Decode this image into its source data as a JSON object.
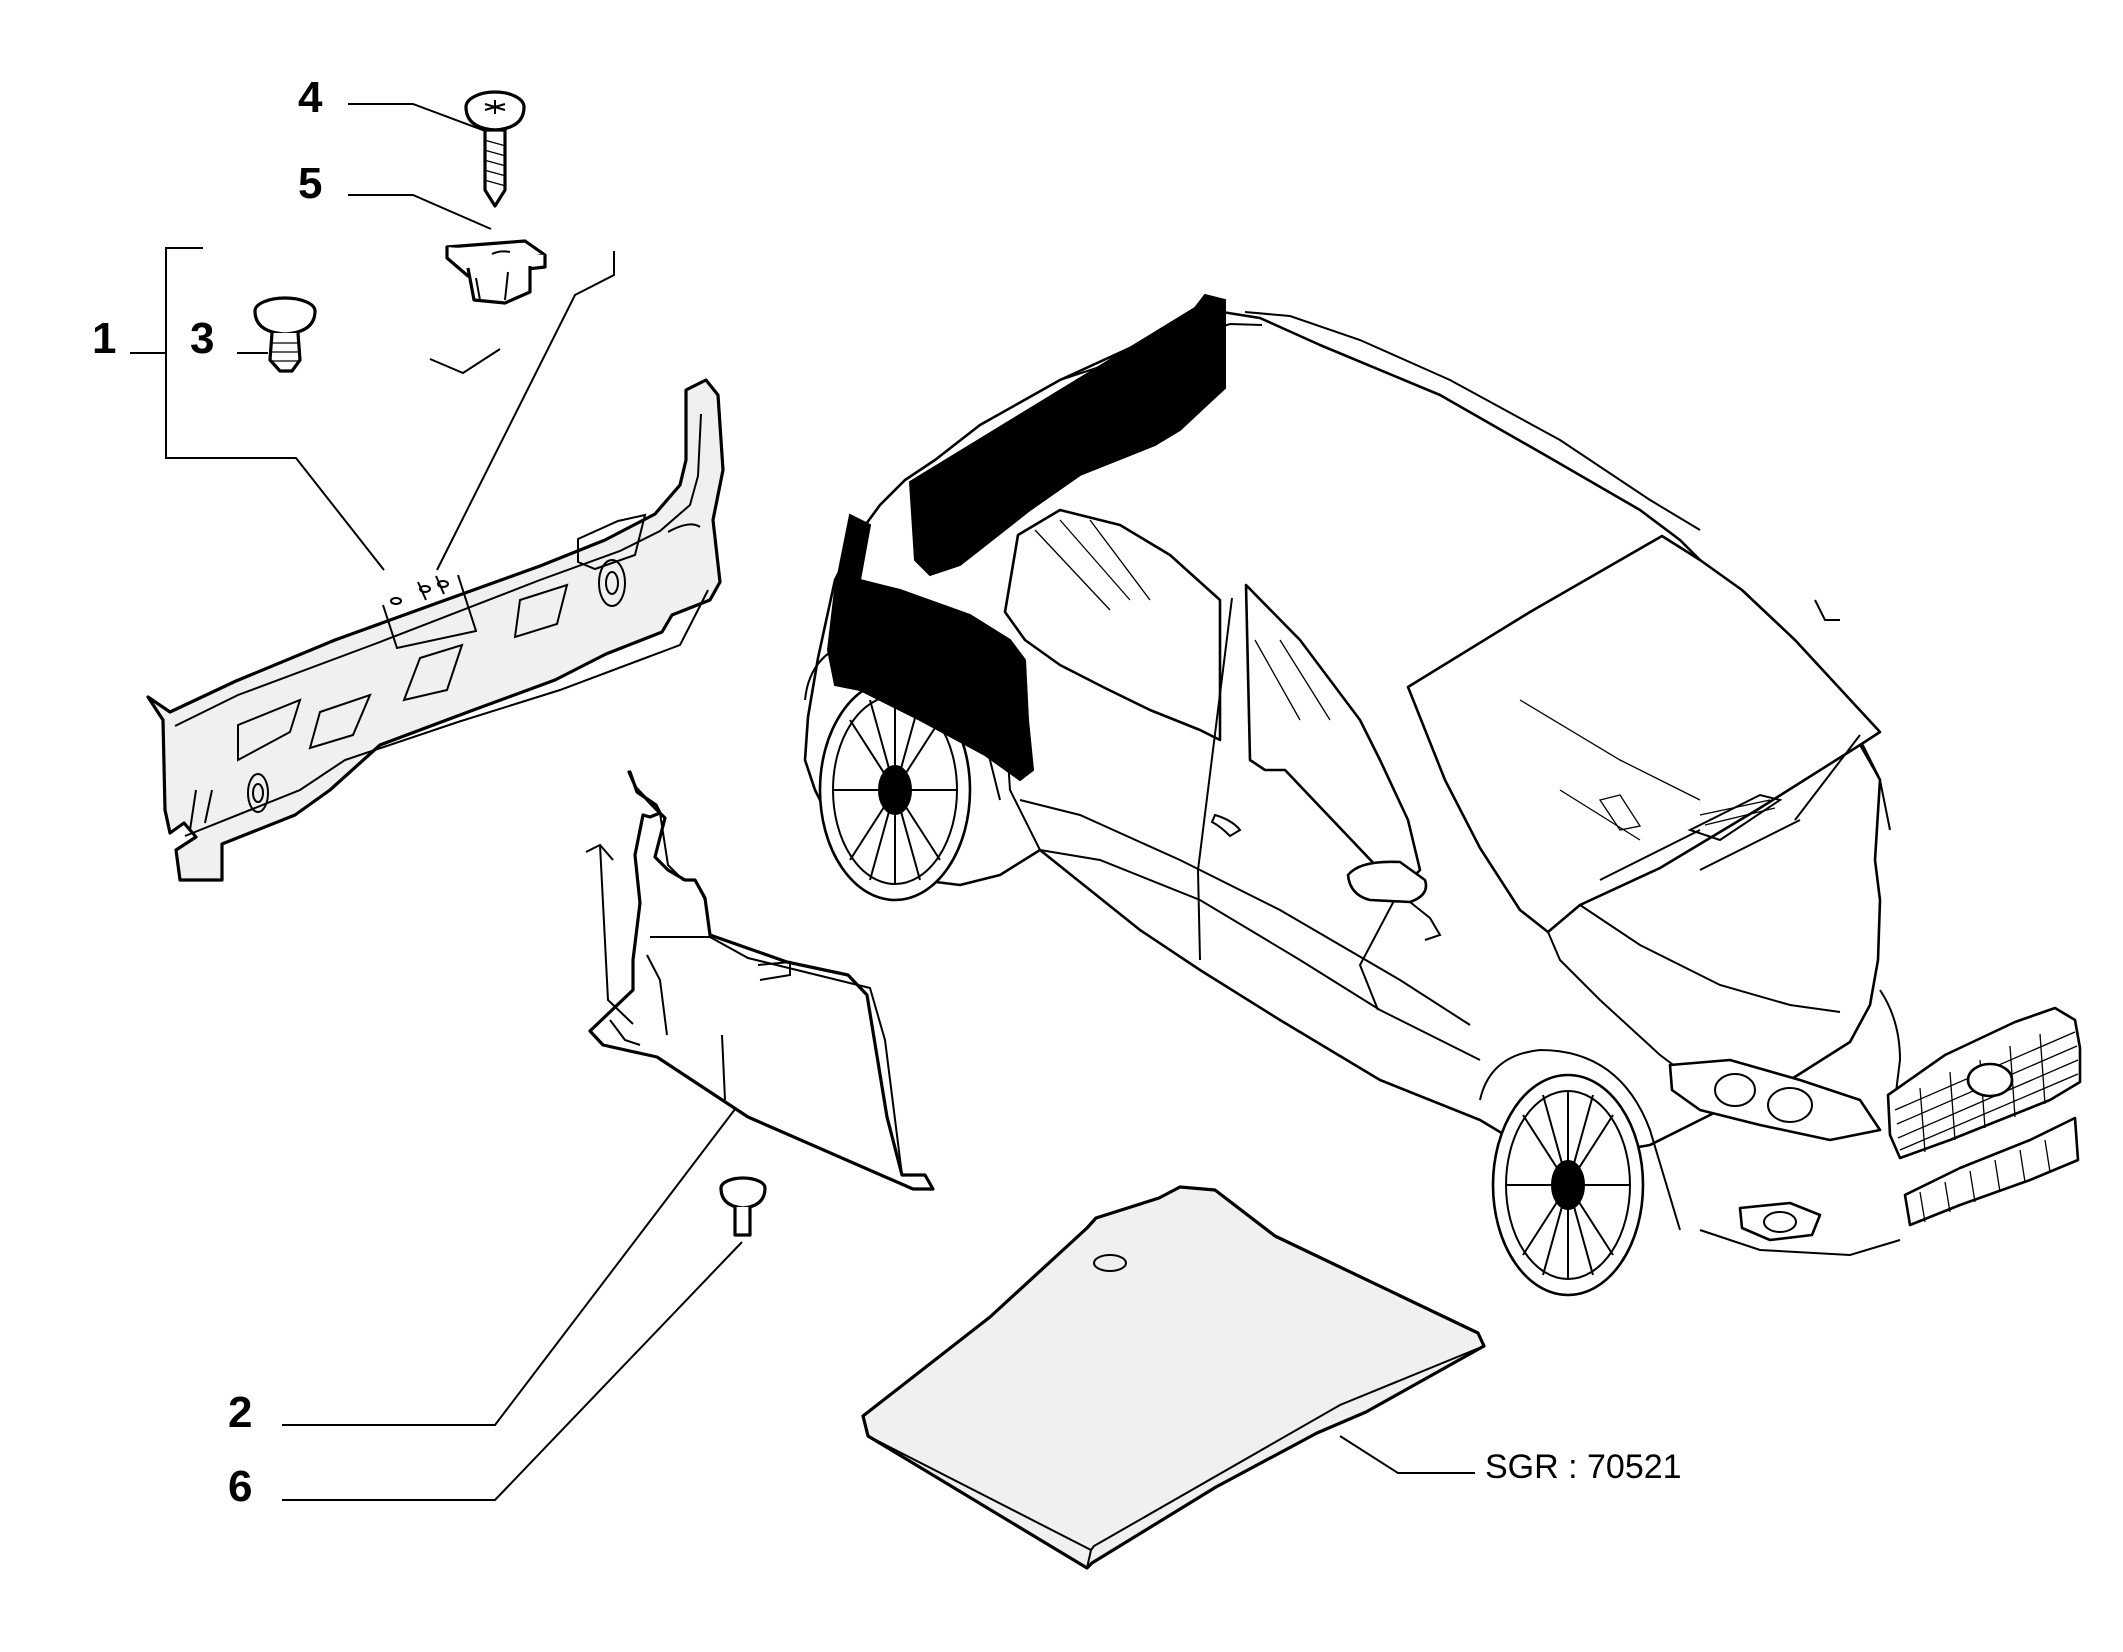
{
  "diagram": {
    "reference_code": "SGR : 70521",
    "callouts": [
      {
        "id": "1",
        "label": "1"
      },
      {
        "id": "2",
        "label": "2"
      },
      {
        "id": "3",
        "label": "3"
      },
      {
        "id": "4",
        "label": "4"
      },
      {
        "id": "5",
        "label": "5"
      },
      {
        "id": "6",
        "label": "6"
      }
    ],
    "colors": {
      "line": "#000000",
      "background": "#ffffff",
      "panel_fill": "#f0f0f0"
    }
  }
}
